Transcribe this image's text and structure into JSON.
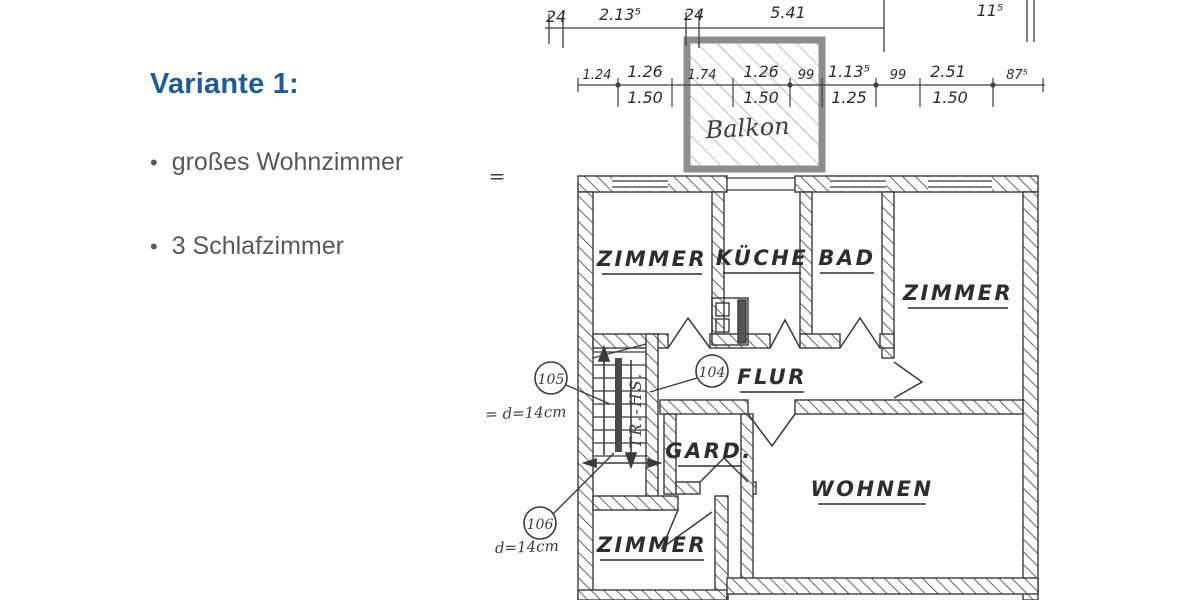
{
  "slide": {
    "title": "Variante 1:",
    "bullets": [
      {
        "marker": "•",
        "text": "großes Wohnzimmer"
      },
      {
        "marker": "•",
        "text": "3 Schlafzimmer"
      }
    ]
  },
  "colors": {
    "title_blue": "#1d5b9b",
    "bullet_gray": "#595959",
    "plan_ink": "#3b3b3b",
    "balcony_frame": "#8d8d8d"
  },
  "floorplan": {
    "dims_top": [
      "24",
      "2.13⁵",
      "24",
      "5.41",
      "11⁵"
    ],
    "dims_mid": [
      "1.24",
      "1.26",
      "1.74",
      "1.26",
      "99",
      "1.13⁵",
      "99",
      "2.51",
      "87⁵"
    ],
    "dims_low": [
      "1.50",
      "1.50",
      "1.25",
      "1.50"
    ],
    "balcony_label": "Balkon",
    "rooms": {
      "zimmer1": "ZIMMER",
      "kueche": "KÜCHE",
      "bad": "BAD",
      "zimmer2": "ZIMMER",
      "flur": "FLUR",
      "gard": "GARD.",
      "wohnen": "WOHNEN",
      "zimmer3": "ZIMMER"
    },
    "stair_label": "TR.-HS.",
    "marks": {
      "equals": "=",
      "room_104": "104",
      "room_105": "105",
      "room_106": "106",
      "note_left": "= d=14cm",
      "note_bottom": "d=14cm"
    }
  }
}
